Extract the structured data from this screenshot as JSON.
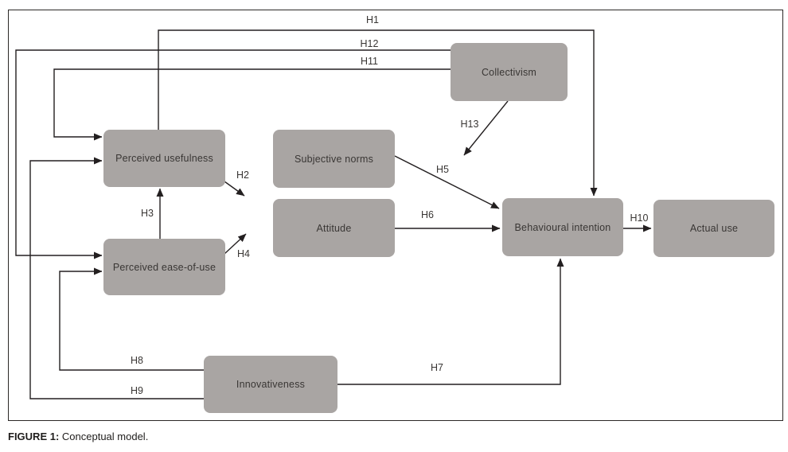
{
  "figure": {
    "caption_bold": "FIGURE 1:",
    "caption_rest": " Conceptual model."
  },
  "colors": {
    "node_fill": "#a9a5a3",
    "node_text": "#393634",
    "line": "#231f20",
    "background": "#ffffff"
  },
  "nodes": {
    "perceived_usefulness": {
      "label": "Perceived usefulness"
    },
    "perceived_ease_of_use": {
      "label": "Perceived ease-of-use"
    },
    "subjective_norms": {
      "label": "Subjective norms"
    },
    "attitude": {
      "label": "Attitude"
    },
    "collectivism": {
      "label": "Collectivism"
    },
    "innovativeness": {
      "label": "Innovativeness"
    },
    "behavioural_intention": {
      "label": "Behavioural intention"
    },
    "actual_use": {
      "label": "Actual use"
    }
  },
  "edge_labels": {
    "h1": "H1",
    "h2": "H2",
    "h3": "H3",
    "h4": "H4",
    "h5": "H5",
    "h6": "H6",
    "h7": "H7",
    "h8": "H8",
    "h9": "H9",
    "h10": "H10",
    "h11": "H11",
    "h12": "H12",
    "h13": "H13"
  },
  "edges": [
    {
      "label": "H1",
      "from": "Perceived usefulness",
      "to": "Behavioural intention"
    },
    {
      "label": "H2",
      "from": "Perceived usefulness",
      "to": "Attitude"
    },
    {
      "label": "H3",
      "from": "Perceived ease-of-use",
      "to": "Perceived usefulness"
    },
    {
      "label": "H4",
      "from": "Perceived ease-of-use",
      "to": "Attitude"
    },
    {
      "label": "H5",
      "from": "Subjective norms",
      "to": "Behavioural intention"
    },
    {
      "label": "H6",
      "from": "Attitude",
      "to": "Behavioural intention"
    },
    {
      "label": "H7",
      "from": "Innovativeness",
      "to": "Behavioural intention"
    },
    {
      "label": "H8",
      "from": "Innovativeness",
      "to": "Perceived ease-of-use"
    },
    {
      "label": "H9",
      "from": "Innovativeness",
      "to": "Perceived usefulness"
    },
    {
      "label": "H10",
      "from": "Behavioural intention",
      "to": "Actual use"
    },
    {
      "label": "H11",
      "from": "Collectivism",
      "to": "Perceived usefulness"
    },
    {
      "label": "H12",
      "from": "Collectivism",
      "to": "Perceived ease-of-use"
    },
    {
      "label": "H13",
      "from": "Collectivism",
      "to": "Subjective norms to Behavioural intention relationship"
    }
  ]
}
